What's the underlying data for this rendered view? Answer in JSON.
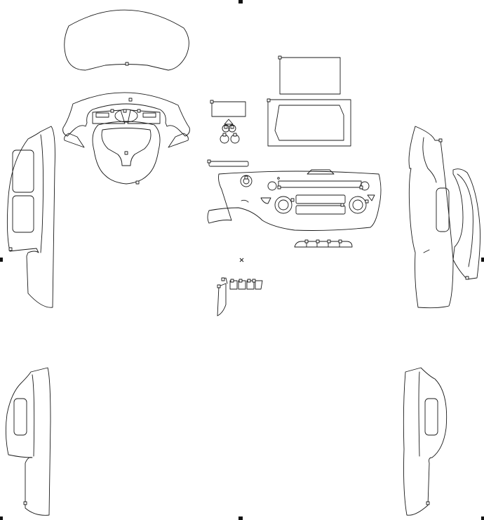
{
  "canvas": {
    "background": "#ffffff",
    "stroke_color": "#1a1a1a",
    "node_fill": "#ffffff",
    "handle_fill": "#111111"
  },
  "icons": {
    "center_mark": "crosshair-x-icon",
    "corner_handle": "square-handle-icon",
    "anchor_node": "square-node-icon"
  },
  "parts": [
    "instrument-cluster-hood",
    "steering-wheel-surround",
    "steering-wheel",
    "left-front-door-panel",
    "right-front-door-panel",
    "right-pillar-trim",
    "left-rear-door-panel",
    "right-rear-door-panel",
    "overhead-display-screen",
    "infotainment-screen",
    "small-display-panel",
    "climate-knob-cluster",
    "center-console-strip",
    "center-dashboard-panel",
    "switch-button-row",
    "window-switch-panel",
    "small-gear-trim"
  ]
}
